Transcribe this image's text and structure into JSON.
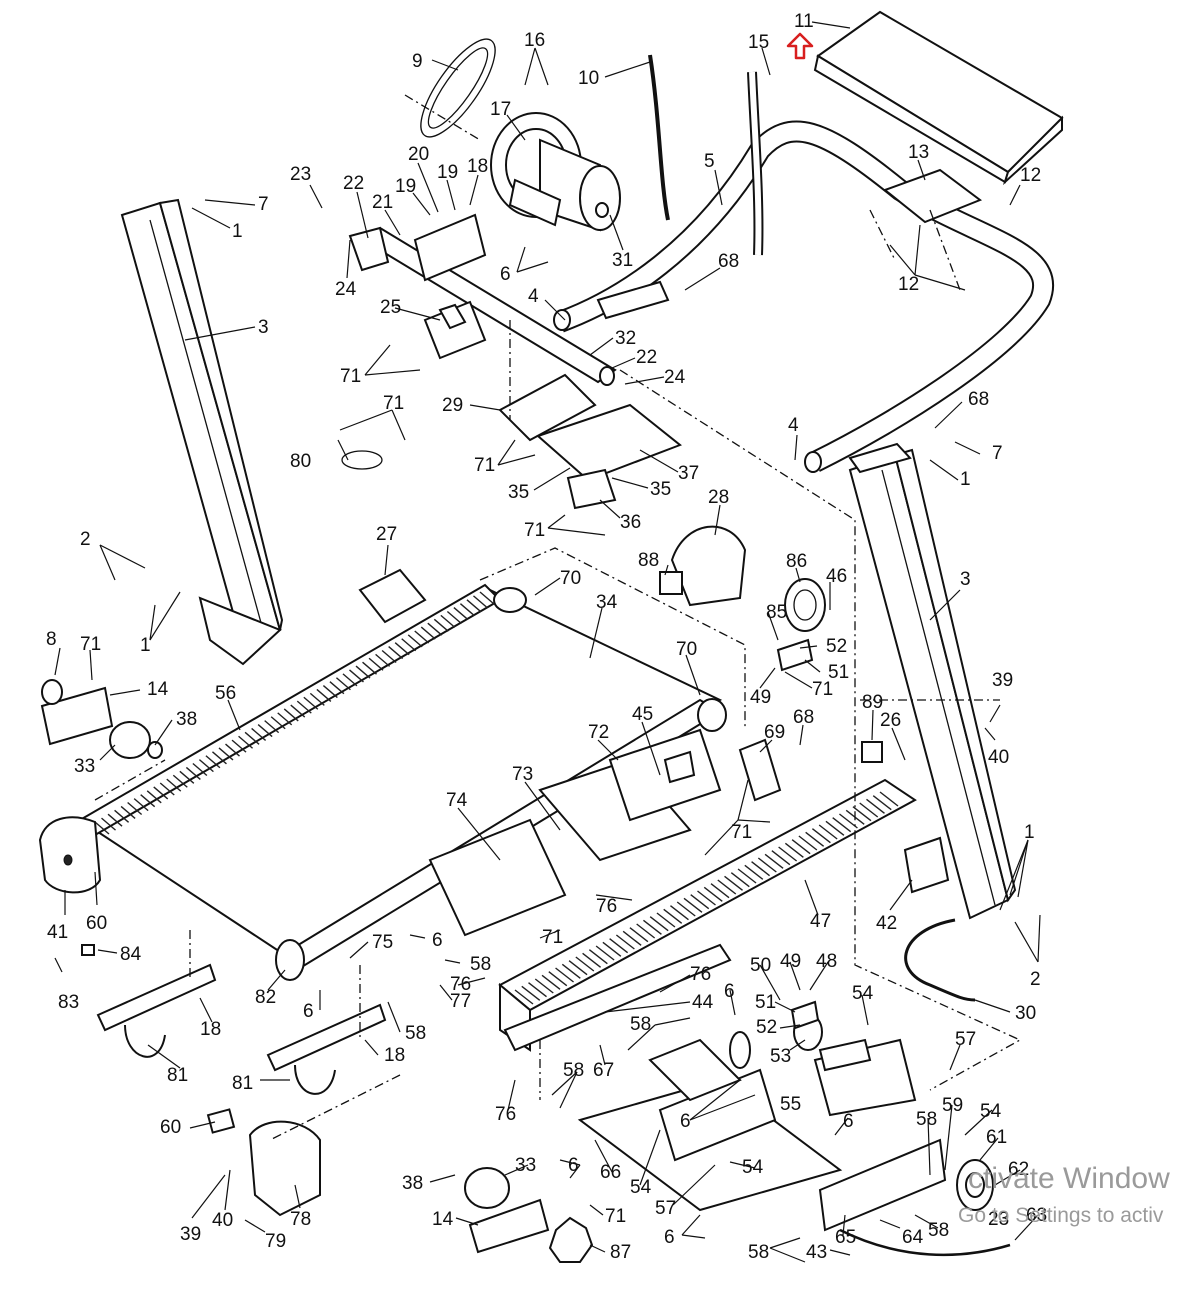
{
  "diagram": {
    "part_numbers": [
      "1",
      "2",
      "3",
      "4",
      "5",
      "6",
      "7",
      "8",
      "9",
      "10",
      "11",
      "12",
      "13",
      "14",
      "15",
      "16",
      "17",
      "18",
      "19",
      "20",
      "21",
      "22",
      "23",
      "24",
      "25",
      "26",
      "27",
      "28",
      "29",
      "30",
      "31",
      "32",
      "33",
      "34",
      "35",
      "36",
      "37",
      "38",
      "39",
      "40",
      "41",
      "42",
      "43",
      "44",
      "45",
      "46",
      "47",
      "48",
      "49",
      "50",
      "51",
      "52",
      "53",
      "54",
      "55",
      "56",
      "57",
      "58",
      "59",
      "60",
      "61",
      "62",
      "63",
      "64",
      "65",
      "66",
      "67",
      "68",
      "69",
      "70",
      "71",
      "72",
      "73",
      "74",
      "75",
      "76",
      "77",
      "78",
      "79",
      "80",
      "81",
      "82",
      "83",
      "84",
      "85",
      "86",
      "87",
      "88",
      "89"
    ],
    "arrow_color": "#d81e1e",
    "line_color": "#111111"
  },
  "watermark": {
    "line1": "ctivate Window",
    "line2": "Go to Settings to activ"
  }
}
